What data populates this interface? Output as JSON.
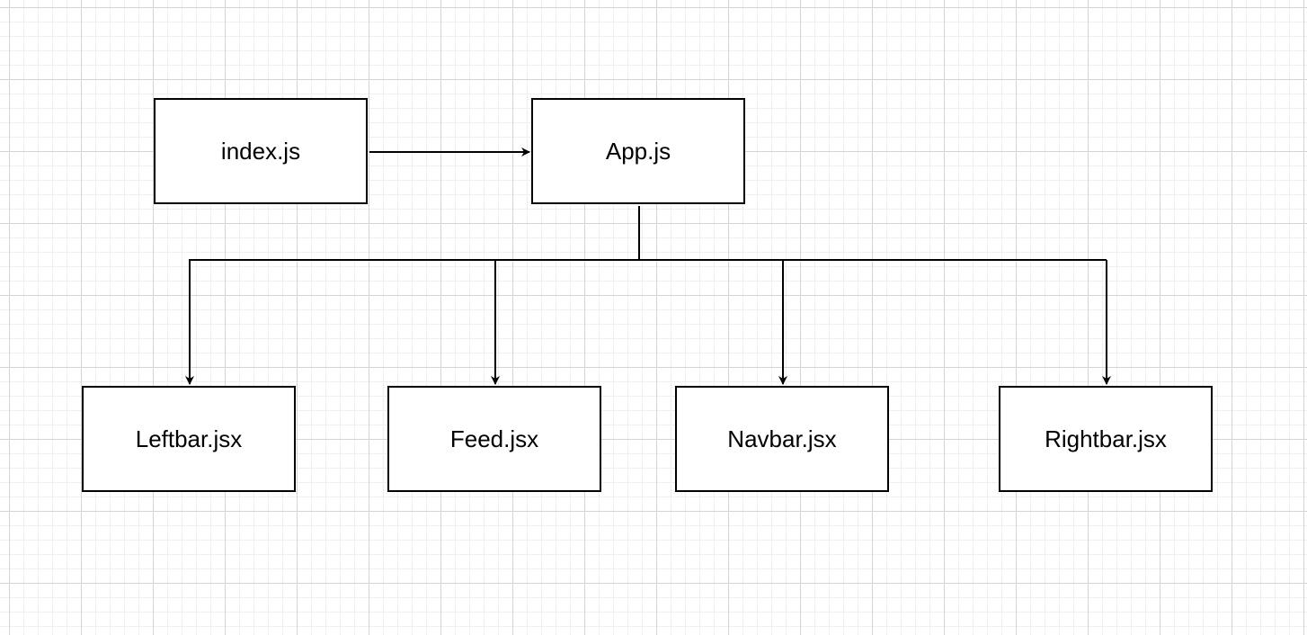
{
  "diagram": {
    "nodes": [
      {
        "id": "index",
        "label": "index.js"
      },
      {
        "id": "app",
        "label": "App.js"
      },
      {
        "id": "leftbar",
        "label": "Leftbar.jsx"
      },
      {
        "id": "feed",
        "label": "Feed.jsx"
      },
      {
        "id": "navbar",
        "label": "Navbar.jsx"
      },
      {
        "id": "rightbar",
        "label": "Rightbar.jsx"
      }
    ],
    "edges": [
      {
        "from": "index",
        "to": "app"
      },
      {
        "from": "app",
        "to": "leftbar"
      },
      {
        "from": "app",
        "to": "feed"
      },
      {
        "from": "app",
        "to": "navbar"
      },
      {
        "from": "app",
        "to": "rightbar"
      }
    ],
    "colors": {
      "stroke": "#000000",
      "node_fill": "#ffffff",
      "grid": "#d4d4d4"
    }
  }
}
